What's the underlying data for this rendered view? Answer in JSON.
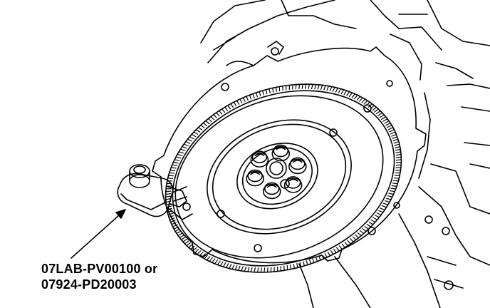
{
  "figure": {
    "callout_line_1": "07LAB-PV00100 or",
    "callout_line_2": "07924-PD20003",
    "flywheel_bolt_count": 6,
    "ring_gear_teeth": 110,
    "ink_color": "#000000",
    "background_color": "#ffffff"
  }
}
